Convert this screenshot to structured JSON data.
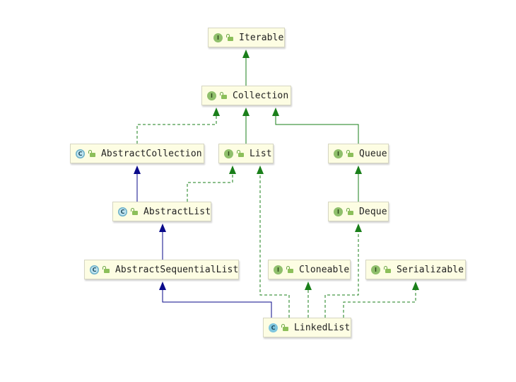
{
  "diagram": {
    "nodes": [
      {
        "id": "iterable",
        "label": "Iterable",
        "kind": "interface",
        "kind_letter": "I"
      },
      {
        "id": "collection",
        "label": "Collection",
        "kind": "interface",
        "kind_letter": "I"
      },
      {
        "id": "abstract-collection",
        "label": "AbstractCollection",
        "kind": "abstract",
        "kind_letter": "C"
      },
      {
        "id": "list",
        "label": "List",
        "kind": "interface",
        "kind_letter": "I"
      },
      {
        "id": "queue",
        "label": "Queue",
        "kind": "interface",
        "kind_letter": "I"
      },
      {
        "id": "abstract-list",
        "label": "AbstractList",
        "kind": "abstract",
        "kind_letter": "C"
      },
      {
        "id": "deque",
        "label": "Deque",
        "kind": "interface",
        "kind_letter": "I"
      },
      {
        "id": "abstract-sequential-list",
        "label": "AbstractSequentialList",
        "kind": "abstract",
        "kind_letter": "C"
      },
      {
        "id": "cloneable",
        "label": "Cloneable",
        "kind": "interface",
        "kind_letter": "I"
      },
      {
        "id": "serializable",
        "label": "Serializable",
        "kind": "interface",
        "kind_letter": "I"
      },
      {
        "id": "linked-list",
        "label": "LinkedList",
        "kind": "class",
        "kind_letter": "C"
      }
    ],
    "edges": [
      {
        "from": "collection",
        "to": "iterable",
        "type": "extends-interface"
      },
      {
        "from": "list",
        "to": "collection",
        "type": "extends-interface"
      },
      {
        "from": "queue",
        "to": "collection",
        "type": "extends-interface"
      },
      {
        "from": "abstract-collection",
        "to": "collection",
        "type": "implements"
      },
      {
        "from": "abstract-list",
        "to": "abstract-collection",
        "type": "extends-class"
      },
      {
        "from": "abstract-list",
        "to": "list",
        "type": "implements"
      },
      {
        "from": "deque",
        "to": "queue",
        "type": "extends-interface"
      },
      {
        "from": "abstract-sequential-list",
        "to": "abstract-list",
        "type": "extends-class"
      },
      {
        "from": "linked-list",
        "to": "abstract-sequential-list",
        "type": "extends-class"
      },
      {
        "from": "linked-list",
        "to": "list",
        "type": "implements"
      },
      {
        "from": "linked-list",
        "to": "cloneable",
        "type": "implements"
      },
      {
        "from": "linked-list",
        "to": "deque",
        "type": "implements"
      },
      {
        "from": "linked-list",
        "to": "serializable",
        "type": "implements"
      }
    ],
    "colors": {
      "extends-interface": "#1a7f1a",
      "implements": "#1a7f1a",
      "extends-class": "#0a0a8a",
      "node_fill": "#fdfde3"
    }
  }
}
